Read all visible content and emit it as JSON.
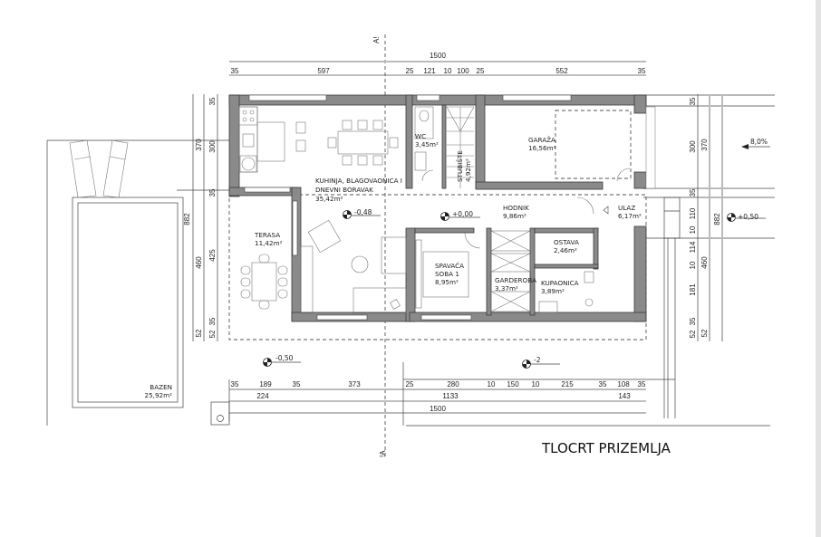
{
  "title": "TLOCRT PRIZEMLJA",
  "section_marker": {
    "top": "A!",
    "bottom": "!A"
  },
  "rooms": [
    {
      "name": "KUHINJA, BLAGOVAONICA I",
      "name2": "DNEVNI BORAVAK",
      "area": "35,42m²"
    },
    {
      "name": "WC",
      "area": "3,45m²"
    },
    {
      "name": "STUBIŠTE",
      "area": "4,92m²"
    },
    {
      "name": "GARAŽA",
      "area": "16,56m²"
    },
    {
      "name": "HODNIK",
      "area": "9,86m²"
    },
    {
      "name": "ULAZ",
      "area": "6,17m²"
    },
    {
      "name": "TERASA",
      "area": "11,42m²"
    },
    {
      "name": "SPAVAĆA",
      "name2": "SOBA 1",
      "area": "8,95m²"
    },
    {
      "name": "GARDEROBA",
      "area": "3,37m²"
    },
    {
      "name": "OSTAVA",
      "area": "2,46m²"
    },
    {
      "name": "KUPAONICA",
      "area": "3,89m²"
    },
    {
      "name": "BAZEN",
      "area": "25,92m²"
    }
  ],
  "levels": [
    "-0,48",
    "+0,00",
    "+0,50",
    "-0,50",
    "-2"
  ],
  "slope": "8,0%",
  "dims": {
    "top_total": "1500",
    "top": [
      "35",
      "597",
      "25",
      "121",
      "10",
      "100",
      "25",
      "552",
      "35"
    ],
    "bottom": [
      "35",
      "189",
      "35",
      "373",
      "25",
      "280",
      "10",
      "150",
      "10",
      "215",
      "35",
      "108",
      "35"
    ],
    "bottom_mid": [
      "224",
      "1133",
      "143"
    ],
    "bottom_total": "1500",
    "left_outer": "882",
    "left_mid": [
      "370",
      "460",
      "52"
    ],
    "left_inner": [
      "35",
      "300",
      "35",
      "425",
      "35",
      "52"
    ],
    "right_inner": [
      "35",
      "300",
      "35",
      "110",
      "10",
      "114",
      "10",
      "181",
      "35",
      "52"
    ],
    "right_mid": [
      "370",
      "460",
      "52"
    ],
    "right_outer": "882"
  }
}
